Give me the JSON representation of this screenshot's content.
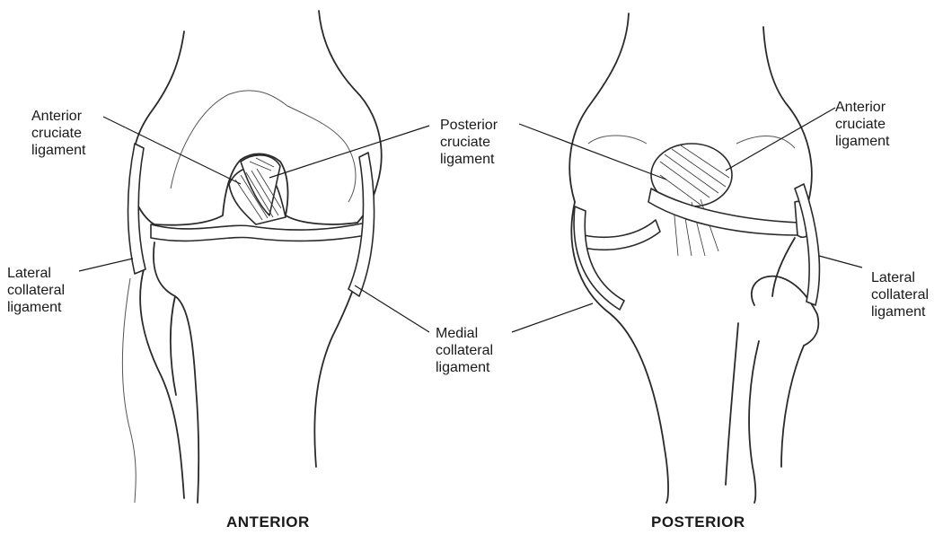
{
  "anterior": {
    "caption": "ANTERIOR",
    "labels": {
      "acl": "Anterior\ncruciate\nligament",
      "pcl": "Posterior\ncruciate\nligament",
      "lcl": "Lateral\ncollateral\nligament",
      "mcl": "Medial\ncollateral\nligament"
    }
  },
  "posterior": {
    "caption": "POSTERIOR",
    "labels": {
      "acl": "Anterior\ncruciate\nligament",
      "lcl": "Lateral\ncollateral\nligament"
    }
  }
}
